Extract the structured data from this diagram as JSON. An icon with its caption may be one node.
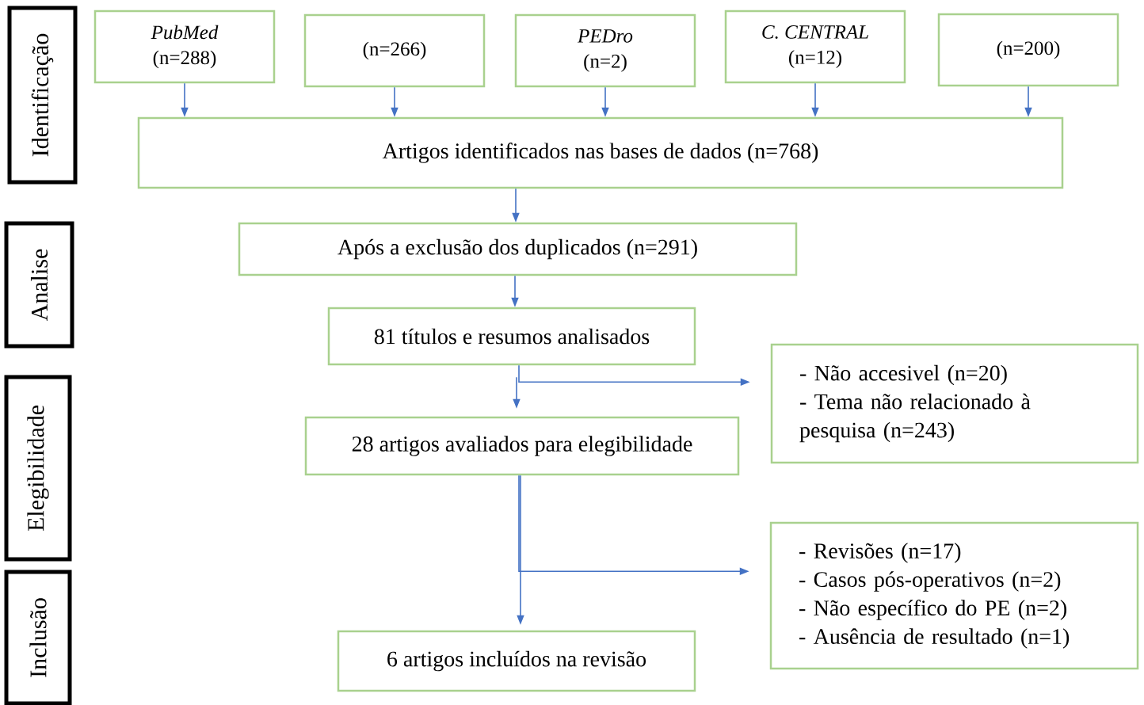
{
  "diagram": {
    "nodes": [
      {
        "text": [
          "Identificação"
        ]
      },
      {
        "text": [
          "Analise"
        ]
      },
      {
        "text": [
          "Elegibilidade"
        ]
      },
      {
        "text": [
          "Inclusão"
        ]
      },
      {
        "text": [
          "PubMed",
          "(n=288)"
        ]
      },
      {
        "text": [
          "(n=266)"
        ]
      },
      {
        "text": [
          "PEDro",
          "(n=2)"
        ]
      },
      {
        "text": [
          "C. CENTRAL",
          "(n=12)"
        ]
      },
      {
        "text": [
          "(n=200)"
        ]
      },
      {
        "text": [
          "Artigos identificados nas bases de dados (n=768)"
        ]
      },
      {
        "text": [
          "Após a exclusão dos duplicados (n=291)"
        ]
      },
      {
        "text": [
          "81 títulos e resumos analisados"
        ]
      },
      {
        "text": [
          "- Não accesivel (n=20)",
          "- Tema não relacionado à pesquisa (n=243)"
        ]
      },
      {
        "text": [
          "28 artigos avaliados para elegibilidade"
        ]
      },
      {
        "text": [
          "- Revisões (n=17)",
          "- Casos pós-operativos (n=2)",
          "- Não específico do PE (n=2)",
          "- Ausência de resultado (n=1)"
        ]
      },
      {
        "text": [
          "6 artigos incluídos na revisão"
        ]
      }
    ],
    "edges": [
      {
        "from": 4,
        "to": 9,
        "arrow": "to"
      },
      {
        "from": 5,
        "to": 9,
        "arrow": "to"
      },
      {
        "from": 6,
        "to": 9,
        "arrow": "to"
      },
      {
        "from": 7,
        "to": 9,
        "arrow": "to"
      },
      {
        "from": 8,
        "to": 9,
        "arrow": "to"
      },
      {
        "from": 9,
        "to": 10,
        "arrow": "to"
      },
      {
        "from": 10,
        "to": 11,
        "arrow": "to"
      },
      {
        "from": 11,
        "to": 13,
        "arrow": "to"
      },
      {
        "from": 11,
        "to": 12,
        "arrow": "to"
      },
      {
        "from": 13,
        "to": 15,
        "arrow": "to"
      },
      {
        "from": 13,
        "to": 14,
        "arrow": "to"
      }
    ]
  }
}
